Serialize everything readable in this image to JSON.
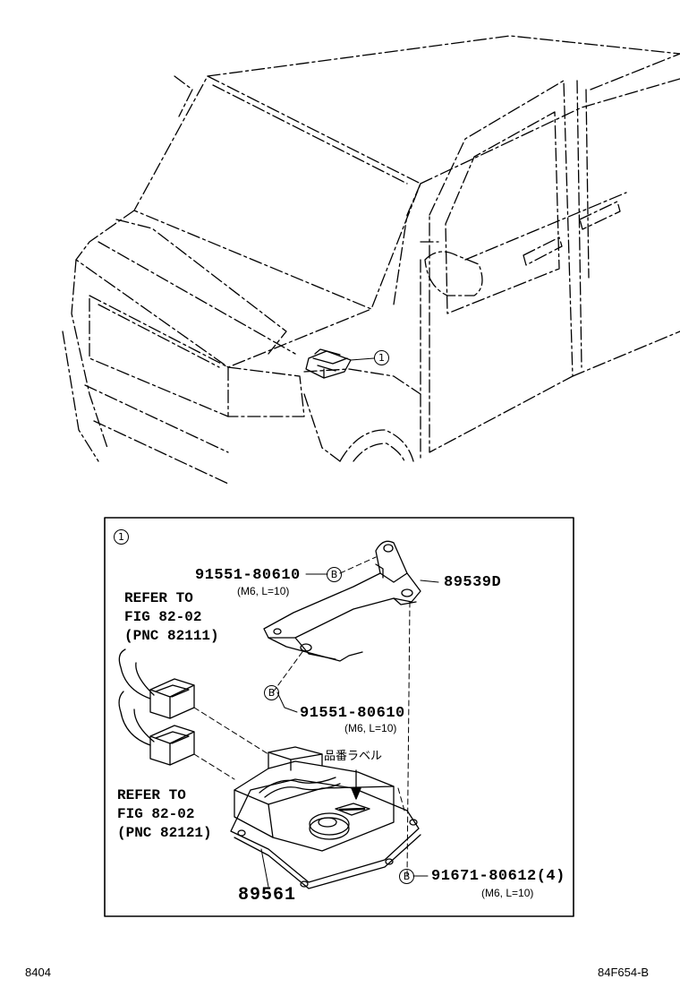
{
  "callouts": {
    "main_ref": "1",
    "bolt_ref": "B"
  },
  "labels": {
    "bolt_top": {
      "part": "91551-80610",
      "spec": "(M6, L=10)"
    },
    "bracket": {
      "part": "89539D"
    },
    "bolt_mid": {
      "part": "91551-80610",
      "spec": "(M6, L=10)"
    },
    "refer_top": {
      "line1": "REFER TO",
      "line2": "FIG 82-02",
      "line3": "(PNC 82111)"
    },
    "refer_bottom": {
      "line1": "REFER TO",
      "line2": "FIG 82-02",
      "line3": "(PNC 82121)"
    },
    "part_label": "品番ラベル",
    "module": {
      "part": "89561"
    },
    "screw": {
      "part": "91671-80612(4)",
      "spec": "(M6, L=10)"
    }
  },
  "footer": {
    "left_code": "8404",
    "right_code": "84F654-B"
  },
  "colors": {
    "line": "#000000",
    "background": "#ffffff"
  }
}
